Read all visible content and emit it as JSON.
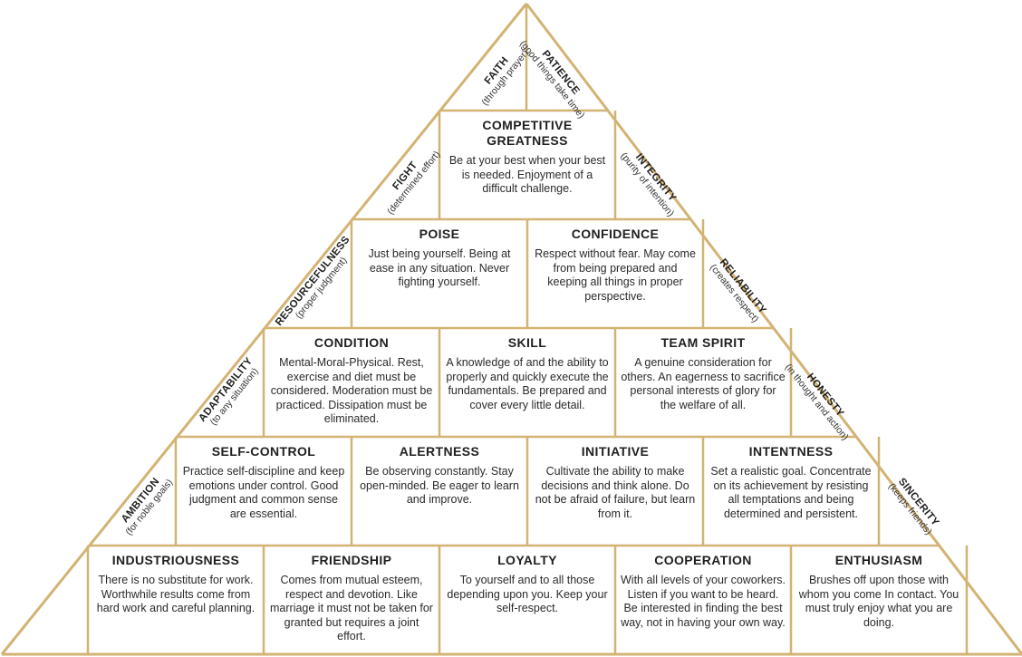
{
  "colors": {
    "line": "#d3b373",
    "text": "#1f1f1f",
    "background": "#ffffff"
  },
  "rows": [
    [
      {
        "title": "COMPETITIVE GREATNESS",
        "desc": "Be at your best when your best is needed. Enjoyment of a difficult challenge."
      }
    ],
    [
      {
        "title": "POISE",
        "desc": "Just being yourself. Being at ease in any situation. Never fighting yourself."
      },
      {
        "title": "CONFIDENCE",
        "desc": "Respect without fear. May come from being prepared and keeping all things in proper perspective."
      }
    ],
    [
      {
        "title": "CONDITION",
        "desc": "Mental-Moral-Physical. Rest, exercise and diet must be considered. Moderation must be practiced. Dissipation must be eliminated."
      },
      {
        "title": "SKILL",
        "desc": "A knowledge of and the ability to properly and quickly execute the fundamentals. Be prepared and cover every little detail."
      },
      {
        "title": "TEAM SPIRIT",
        "desc": "A genuine consideration for others. An eagerness to sacrifice personal interests of glory for the welfare of all."
      }
    ],
    [
      {
        "title": "SELF-CONTROL",
        "desc": "Practice self-discipline and keep emotions under control. Good judgment and common sense are essential."
      },
      {
        "title": "ALERTNESS",
        "desc": "Be observing constantly. Stay open-minded. Be eager to learn and improve."
      },
      {
        "title": "INITIATIVE",
        "desc": "Cultivate the ability to make decisions and think alone. Do not be afraid of failure, but learn from it."
      },
      {
        "title": "INTENTNESS",
        "desc": "Set a realistic goal. Concentrate on its achievement by resisting all temptations and being determined and persistent."
      }
    ],
    [
      {
        "title": "INDUSTRIOUSNESS",
        "desc": "There is no substitute for work. Worthwhile results come from hard work and careful planning."
      },
      {
        "title": "FRIENDSHIP",
        "desc": "Comes from mutual esteem, respect and devotion. Like marriage it must not be taken for granted but requires a joint effort."
      },
      {
        "title": "LOYALTY",
        "desc": "To yourself and to all those depending upon you. Keep your self-respect."
      },
      {
        "title": "COOPERATION",
        "desc": "With all levels of your coworkers. Listen if you want to be heard. Be interested in finding the best way, not in having your own way."
      },
      {
        "title": "ENTHUSIASM",
        "desc": "Brushes off upon those with whom you come In contact. You must truly enjoy what you are doing."
      }
    ]
  ],
  "left_sides": [
    {
      "title": "FAITH",
      "sub": "(through prayer)"
    },
    {
      "title": "FIGHT",
      "sub": "(determined effort)"
    },
    {
      "title": "RESOURCEFULNESS",
      "sub": "(proper judgment)"
    },
    {
      "title": "ADAPTABILITY",
      "sub": "(to any situation)"
    },
    {
      "title": "AMBITION",
      "sub": "(for noble goals)"
    }
  ],
  "right_sides": [
    {
      "title": "PATIENCE",
      "sub": "(good things take time)"
    },
    {
      "title": "INTEGRITY",
      "sub": "(purity of intention)"
    },
    {
      "title": "RELIABILITY",
      "sub": "(creates respect)"
    },
    {
      "title": "HONESTY",
      "sub": "(in thought and action)"
    },
    {
      "title": "SINCERITY",
      "sub": "(keeps friends)"
    }
  ]
}
